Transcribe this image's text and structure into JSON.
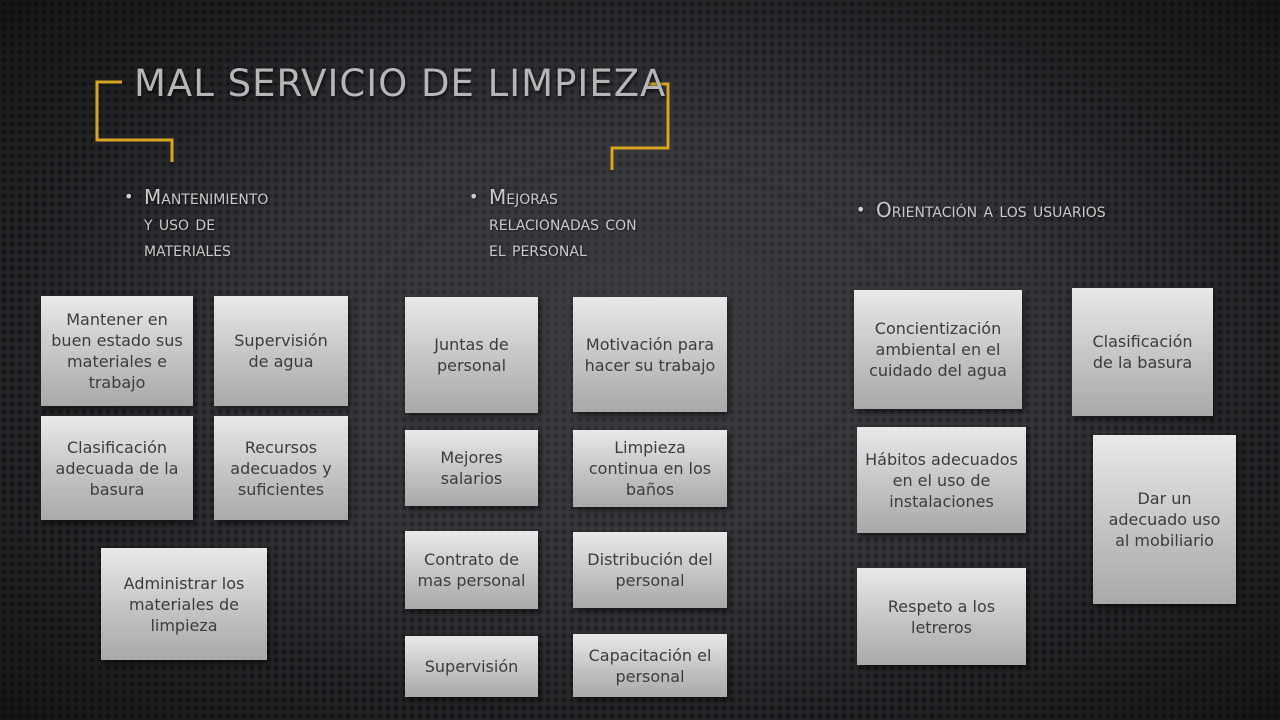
{
  "title": "MAL SERVICIO DE LIMPIEZA",
  "colors": {
    "bracket": "#d9a520",
    "box_top": "#e9e9e9",
    "box_bottom": "#a9a9a9",
    "background": "#2b2d30"
  },
  "columns": [
    {
      "heading_lines": [
        "Mantenimiento",
        "y uso de",
        "materiales"
      ],
      "boxes": [
        "Mantener en buen estado sus materiales e trabajo",
        "Supervisión de agua",
        "Clasificación adecuada de la basura",
        "Recursos adecuados y suficientes",
        "Administrar los materiales de limpieza"
      ]
    },
    {
      "heading_lines": [
        "Mejoras",
        "relacionadas con",
        "el personal"
      ],
      "boxes": [
        "Juntas de personal",
        "Motivación para hacer su trabajo",
        "Mejores salarios",
        "Limpieza continua en los baños",
        "Contrato de mas personal",
        "Distribución del personal",
        "Supervisión",
        "Capacitación el personal"
      ]
    },
    {
      "heading_lines": [
        "Orientación a los usuarios"
      ],
      "boxes": [
        "Concientización ambiental en el cuidado del agua",
        "Clasificación de la basura",
        "Hábitos adecuados en el uso de instalaciones",
        "Dar un adecuado uso al mobiliario",
        "Respeto a los letreros"
      ]
    }
  ]
}
